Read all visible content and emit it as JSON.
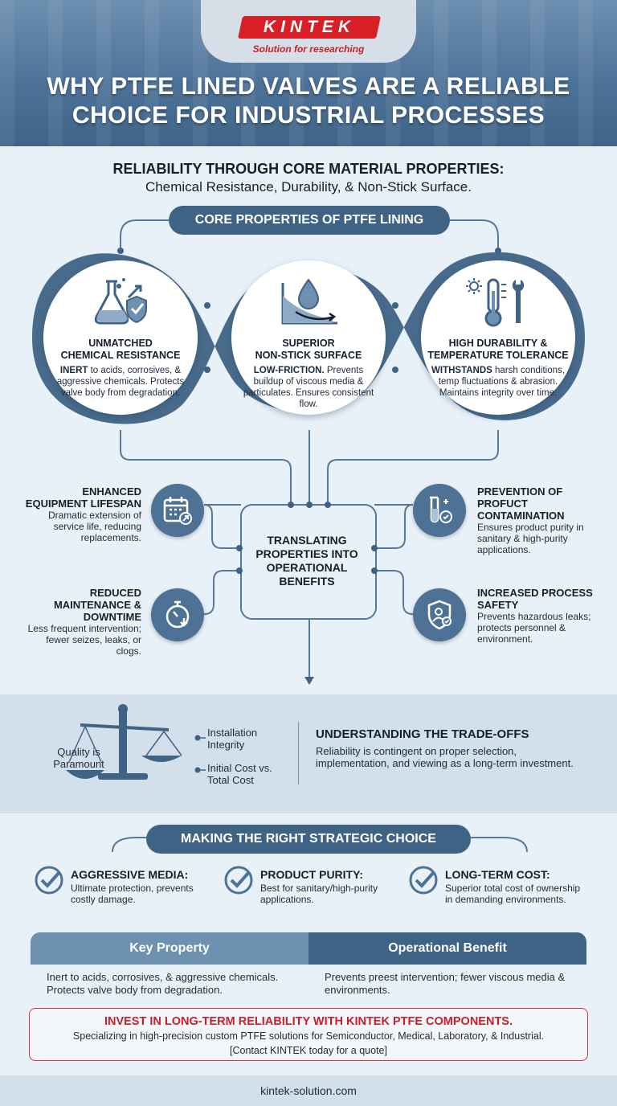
{
  "brand": {
    "logo": "KINTEK",
    "tagline": "Solution for researching"
  },
  "title": {
    "line1": "WHY PTFE LINED VALVES ARE A RELIABLE",
    "line2": "CHOICE FOR INDUSTRIAL PROCESSES"
  },
  "intro": {
    "heading": "RELIABILITY THROUGH CORE MATERIAL PROPERTIES:",
    "subheading": "Chemical Resistance, Durability, & Non-Stick Surface."
  },
  "core": {
    "label": "CORE PROPERTIES OF PTFE LINING",
    "properties": [
      {
        "title1": "UNMATCHED",
        "title2": "CHEMICAL RESISTANCE",
        "lead": "INERT",
        "desc": " to acids, corrosives, & aggressive chemicals. Protects valve body from degradation.",
        "icon": "flask-shield-icon"
      },
      {
        "title1": "SUPERIOR",
        "title2": "NON-STICK SURFACE",
        "lead": "LOW-FRICTION.",
        "desc": " Prevents buildup of viscous media & particulates. Ensures consistent flow.",
        "icon": "droplet-slope-icon"
      },
      {
        "title1": "HIGH DURABILITY &",
        "title2": "TEMPERATURE TOLERANCE",
        "lead": "WITHSTANDS",
        "desc": " harsh conditions, temp fluctuations & abrasion. Maintains integrity over time.",
        "icon": "thermometer-wrench-icon"
      }
    ]
  },
  "benefits": {
    "center": "TRANSLATING PROPERTIES INTO OPERATIONAL BENEFITS",
    "items": [
      {
        "title": "ENHANCED EQUIPMENT LIFESPAN",
        "desc": "Dramatic extension of service life, reducing replacements.",
        "icon": "calendar-icon"
      },
      {
        "title": "REDUCED MAINTENANCE & DOWNTIME",
        "desc": "Less frequent intervention; fewer seizes, leaks, or clogs.",
        "icon": "stopwatch-icon"
      },
      {
        "title": "PREVENTION OF PROFUCT    CONTAMINATION",
        "desc": "Ensures product purity in sanitary & high-purity applications.",
        "icon": "test-tube-icon"
      },
      {
        "title": "INCREASED PROCESS SAFETY",
        "desc": "Prevents hazardous leaks; protects personnel & environment.",
        "icon": "shield-person-icon"
      }
    ]
  },
  "tradeoffs": {
    "left_label": "Quality is Paramount",
    "right_label1": "Installation Integrity",
    "right_label2": "Initial Cost vs. Total Cost",
    "title": "UNDERSTANDING THE TRADE-OFFS",
    "desc": "Reliability is contingent on proper selection, implementation, and viewing as a long-term investment."
  },
  "choice": {
    "label": "MAKING THE RIGHT STRATEGIC CHOICE",
    "items": [
      {
        "title": "AGGRESSIVE MEDIA:",
        "desc": "Ultimate protection, prevents costly damage."
      },
      {
        "title": "PRODUCT PURITY:",
        "desc": "Best for sanitary/high-purity applications."
      },
      {
        "title": "LONG-TERM COST:",
        "desc": "Superior total cost of ownership in demanding environments."
      }
    ]
  },
  "table": {
    "col1": "Key Property",
    "col2": "Operational Benefit",
    "row1_col1": "Inert to acids, corrosives, & aggressive chemicals. Protects valve body from degradation.",
    "row1_col2": "Prevents preest intervention; fewer viscous media & environments."
  },
  "cta": {
    "headline": "INVEST IN LONG-TERM RELIABILITY WITH KINTEK PTFE COMPONENTS.",
    "line1": "Specializing in high-precision custom PTFE solutions for Semiconductor, Medical, Laboratory, & Industrial.",
    "line2": "[Contact KINTEK today for a quote]"
  },
  "footer": {
    "url": "kintek-solution.com"
  },
  "colors": {
    "primary": "#3f6385",
    "accent": "#d81f26",
    "background": "#e9f1f8"
  }
}
